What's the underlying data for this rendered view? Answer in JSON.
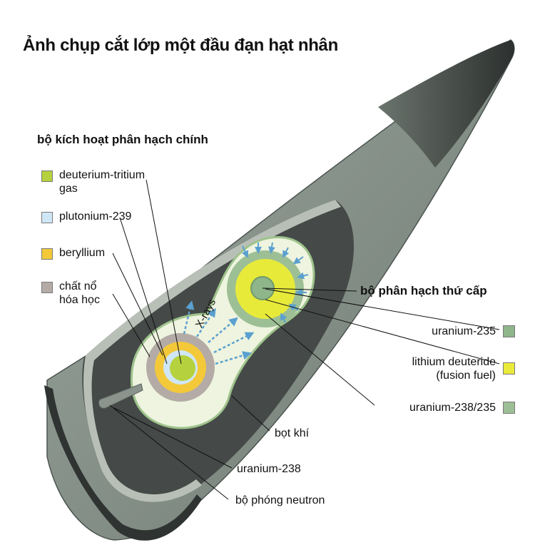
{
  "title": "Ảnh chụp cắt lớp một đầu đạn hạt nhân",
  "primary": {
    "heading": "bộ kích hoạt phân hạch chính",
    "legend": [
      {
        "label": "deuterium-tritium\ngas",
        "color": "#b5d13d",
        "icon": "dt-gas-swatch"
      },
      {
        "label": "plutonium-239",
        "color": "#cfe6f6",
        "icon": "plutonium-swatch"
      },
      {
        "label": "beryllium",
        "color": "#f3c93a",
        "icon": "beryllium-swatch"
      },
      {
        "label": "chất nổ\nhóa học",
        "color": "#b4aba6",
        "icon": "explosive-swatch"
      }
    ]
  },
  "secondary": {
    "heading": "bộ phân hạch thứ cấp",
    "legend": [
      {
        "label": "uranium-235",
        "color": "#8fb58b"
      },
      {
        "label": "lithium deuteride\n(fusion fuel)",
        "color": "#eaea3a"
      },
      {
        "label": "uranium-238/235",
        "color": "#9dbf95"
      }
    ]
  },
  "annotations": {
    "xrays": "X-rays",
    "foam": "bọt khí",
    "uranium238": "uranium-238",
    "neutron": "bộ phóng neutron"
  },
  "colors": {
    "cone_light": "#8f9a92",
    "cone_dark": "#3a3e3c",
    "cavity": "#4a4d4b",
    "foam": "#eef4df",
    "arrow": "#5aa0d0"
  }
}
